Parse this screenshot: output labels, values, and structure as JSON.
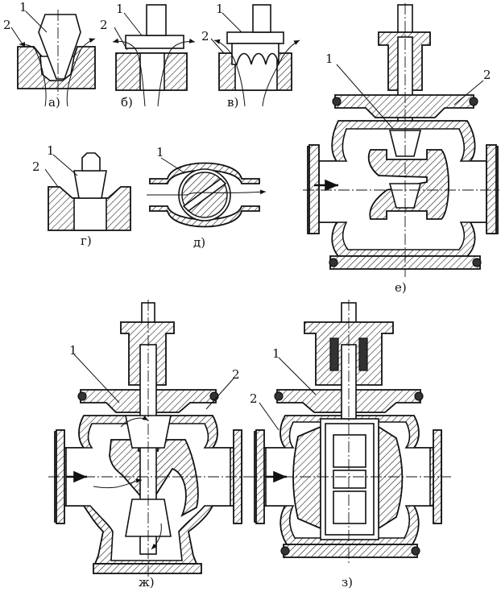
{
  "figures": [
    {
      "id": "a",
      "caption": "а)",
      "labels": [
        "1",
        "2"
      ]
    },
    {
      "id": "b",
      "caption": "б)",
      "labels": [
        "1",
        "2"
      ]
    },
    {
      "id": "v",
      "caption": "в)",
      "labels": [
        "1",
        "2"
      ]
    },
    {
      "id": "g",
      "caption": "г)",
      "labels": [
        "1",
        "2"
      ]
    },
    {
      "id": "d",
      "caption": "д)",
      "labels": [
        "1"
      ]
    },
    {
      "id": "e",
      "caption": "е)",
      "labels": [
        "1",
        "2"
      ]
    },
    {
      "id": "zh",
      "caption": "ж)",
      "labels": [
        "1",
        "2"
      ]
    },
    {
      "id": "z",
      "caption": "з)",
      "labels": [
        "1",
        "2"
      ]
    }
  ]
}
